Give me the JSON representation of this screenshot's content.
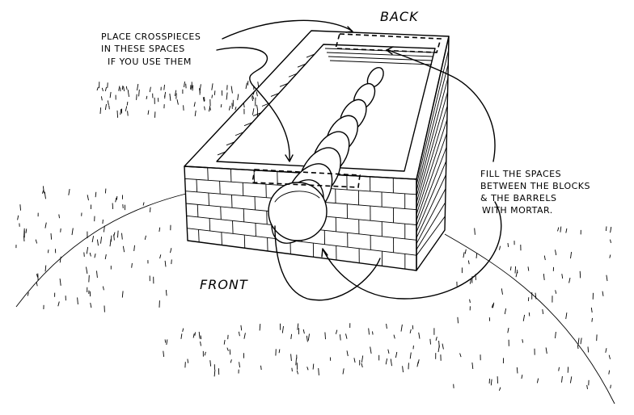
{
  "labels": {
    "back": "BACK",
    "front": "FRONT",
    "crosspieces": [
      "PLACE CROSSPIECES",
      "IN THESE SPACES",
      "IF YOU USE THEM"
    ],
    "mortar": [
      "FILL THE SPACES",
      "BETWEEN THE BLOCKS",
      "& THE BARRELS",
      "WITH MORTAR."
    ]
  },
  "colors": {
    "ink": "#000000",
    "paper": "#ffffff"
  }
}
